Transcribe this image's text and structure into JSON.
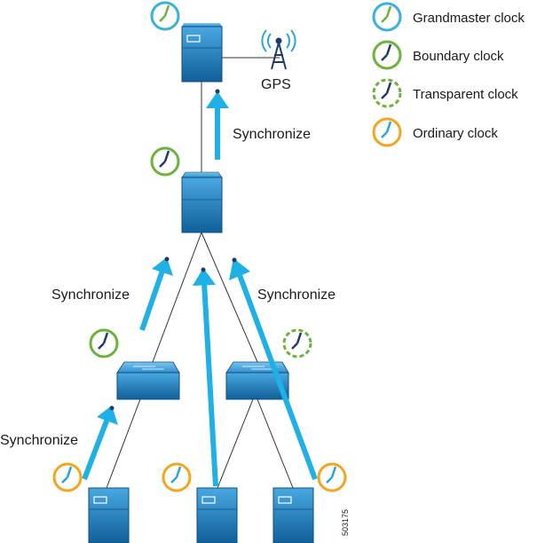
{
  "labels": {
    "sync_top": "Synchronize",
    "sync_left_mid": "Synchronize",
    "sync_right_mid": "Synchronize",
    "sync_bottom": "Synchronize",
    "gps": "GPS"
  },
  "legend": [
    {
      "label": "Grandmaster clock",
      "type": "grandmaster"
    },
    {
      "label": "Boundary clock",
      "type": "boundary"
    },
    {
      "label": "Transparent clock",
      "type": "transparent"
    },
    {
      "label": "Ordinary clock",
      "type": "ordinary"
    }
  ],
  "figure_id": "503175",
  "colors": {
    "grandmaster": "#3ab0dc",
    "boundary": "#6cb33e",
    "transparent": "#6cb33e",
    "ordinary": "#f3a51f",
    "arrow": "#1fb0e6",
    "device": "#1a7fc0",
    "device_dark": "#0e5d94",
    "hand_gm": "#6cb33e",
    "hand_bc": "#1f3b6b",
    "hand_oc": "#2aa3d8",
    "line": "#333333"
  },
  "icons": {
    "gps_tower": "antenna-tower-icon",
    "clock": "clock-icon",
    "switch": "switch-icon",
    "server": "server-icon"
  }
}
